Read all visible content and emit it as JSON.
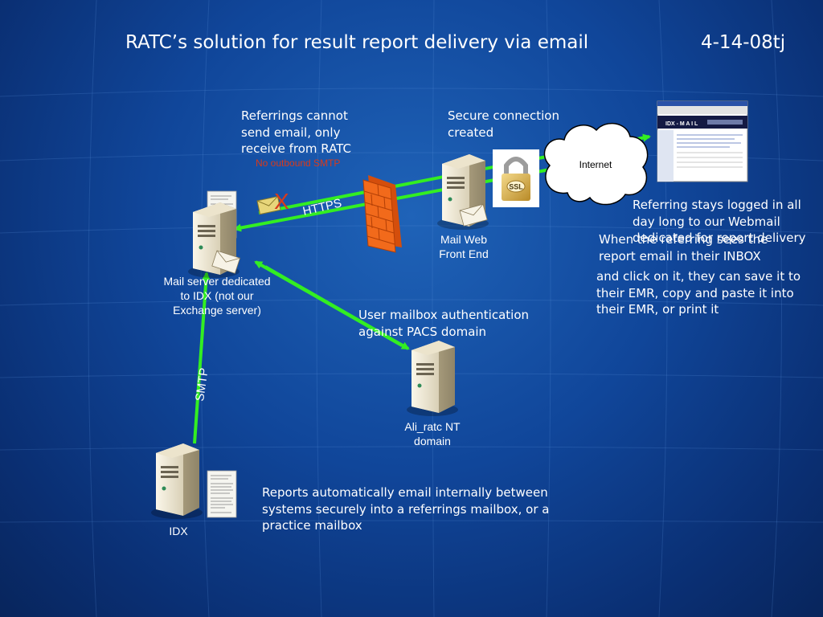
{
  "slide": {
    "title": "RATC’s solution for result report delivery via email",
    "date": "4-14-08tj"
  },
  "notes": {
    "referrings_cannot": "Referrings cannot send email, only receive from RATC",
    "no_outbound": "No outbound SMTP",
    "secure_connection": "Secure connection created",
    "referring_logged_in": "Referring stays logged in all day long to our Webmail dedicated for report delivery",
    "referring_sees": "When the referring sees the report email in their INBOX",
    "click_save": "and click on it, they can save it to their EMR, copy and paste it into their EMR, or print it",
    "user_auth": "User mailbox authentication against PACS domain",
    "reports_auto": "Reports automatically email internally between systems securely into a referrings mailbox, or a practice mailbox"
  },
  "nodes": {
    "mail_server": "Mail server dedicated to IDX (not our Exchange server)",
    "mail_web": "Mail Web Front End",
    "internet": "Internet",
    "ali_ratc": "Ali_ratc NT domain",
    "idx": "IDX"
  },
  "connections": {
    "https": "HTTPS",
    "smtp": "SMTP",
    "blocked_mark": "X",
    "ssl": "SSL"
  },
  "browser": {
    "banner": "IDX - M A I L"
  },
  "colors": {
    "background": "#10469a",
    "arrow": "#33ee22",
    "firewall": "#f26a1b",
    "blocked": "#d83a1c",
    "text": "#ffffff"
  }
}
